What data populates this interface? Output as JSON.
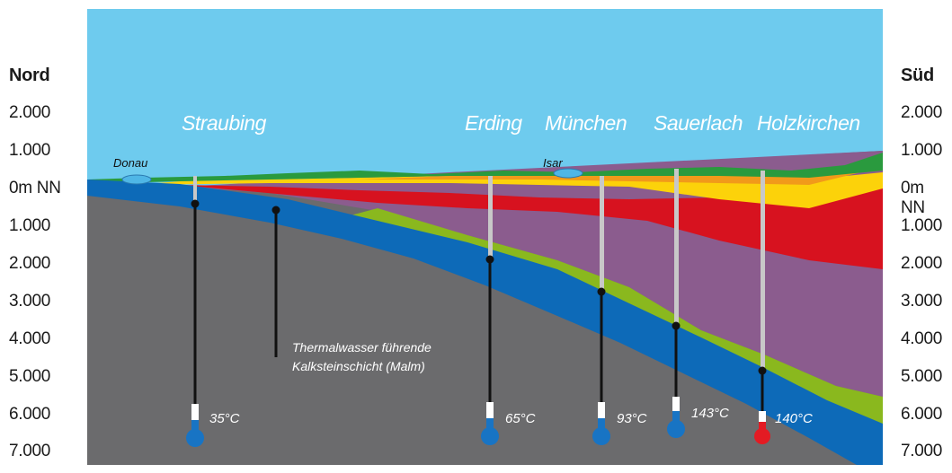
{
  "directions": {
    "north": "Nord",
    "south": "Süd"
  },
  "depth_axis": [
    "2.000",
    "1.000",
    "0m NN",
    "1.000",
    "2.000",
    "3.000",
    "4.000",
    "5.000",
    "6.000",
    "7.000"
  ],
  "cities": [
    "Straubing",
    "Erding",
    "München",
    "Sauerlach",
    "Holzkirchen"
  ],
  "rivers": [
    "Donau",
    "Isar"
  ],
  "temperatures": [
    "35°C",
    "65°C",
    "93°C",
    "143°C",
    "140°C"
  ],
  "annotation": {
    "line1": "Thermalwasser führende",
    "line2": "Kalksteinschicht (Malm)"
  },
  "colors": {
    "sky": "#6ecbee",
    "basement": "#6b6b6d",
    "malm": "#0d6ab8",
    "green_layer": "#8ab81e",
    "purple_layer": "#8b5c8e",
    "red_layer": "#d7121f",
    "yellow_layer": "#fcd20a",
    "orange_layer": "#f19a1a",
    "surface_green": "#2a9a3e",
    "hot": "#e31b23",
    "warm": "#1874c4"
  }
}
